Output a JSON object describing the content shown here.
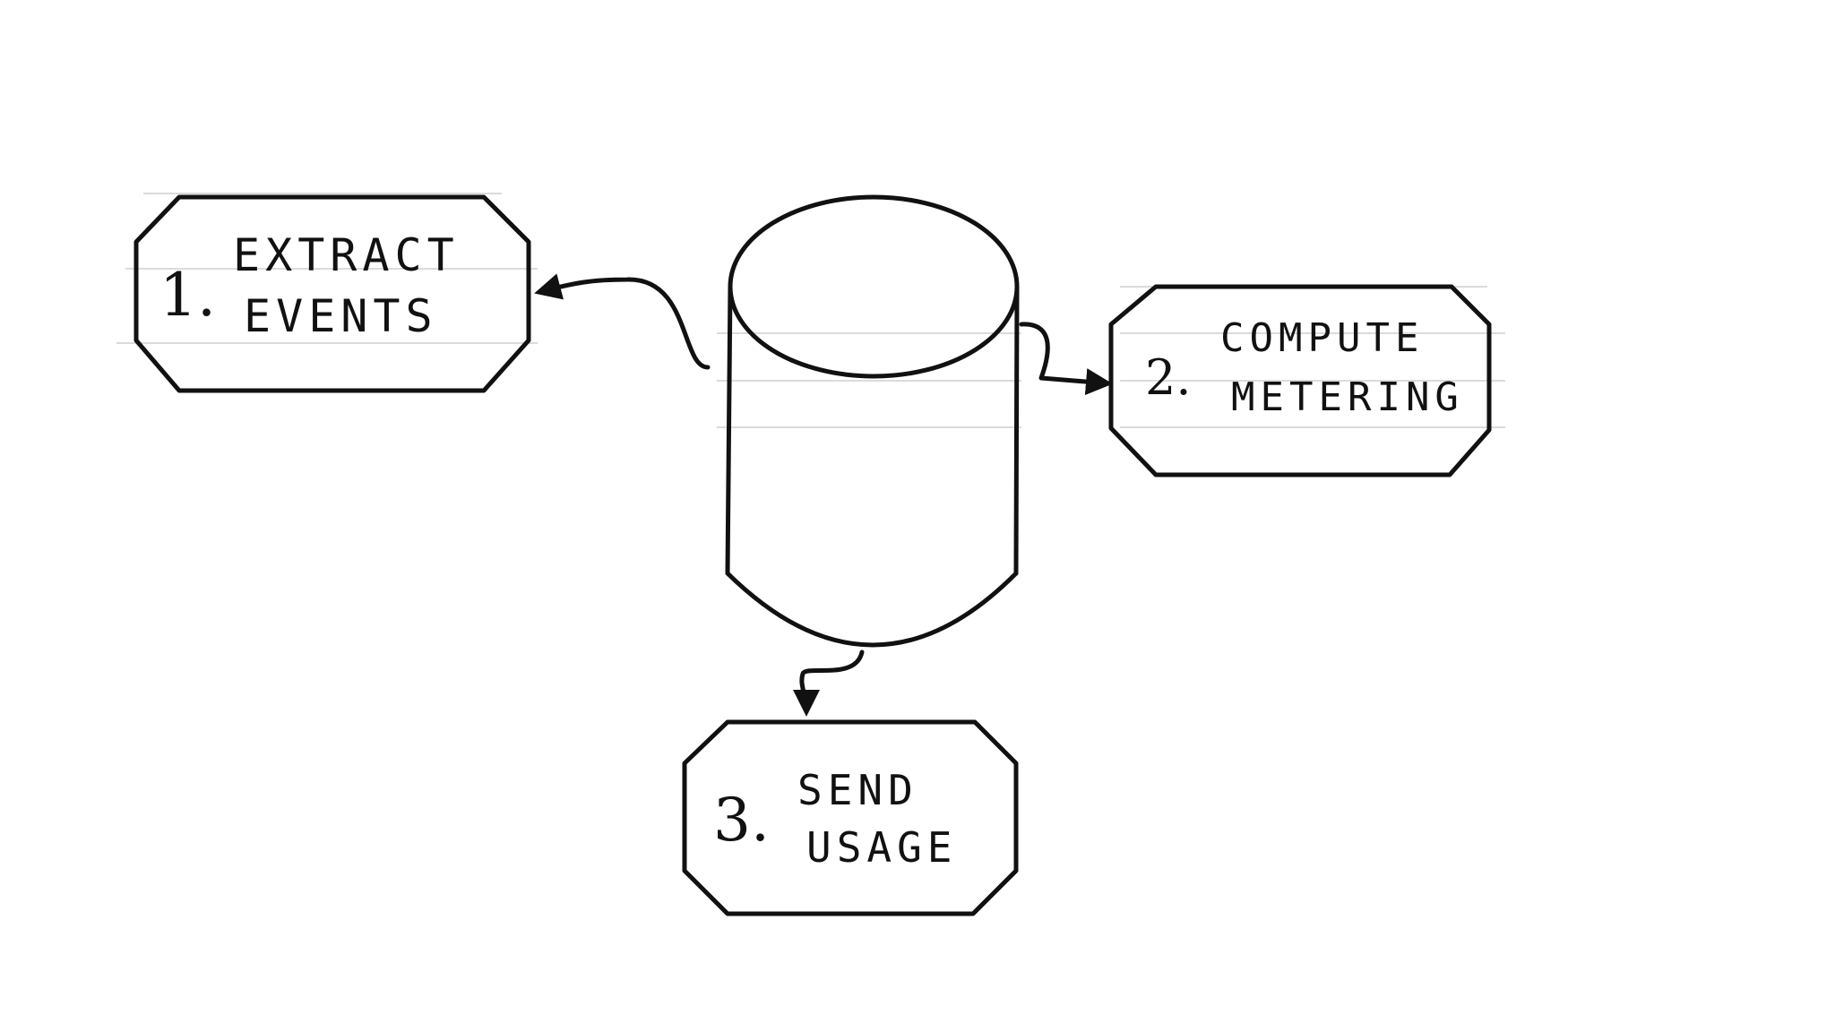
{
  "diagram": {
    "store": {
      "shape": "cylinder"
    },
    "steps": [
      {
        "id": "extract",
        "number": "1.",
        "line1": "EXTRACT",
        "line2": "EVENTS"
      },
      {
        "id": "compute",
        "number": "2.",
        "line1": "COMPUTE",
        "line2": "METERING"
      },
      {
        "id": "send",
        "number": "3.",
        "line1": "SEND",
        "line2": "USAGE"
      }
    ],
    "connections": [
      {
        "from": "store",
        "to": "extract"
      },
      {
        "from": "store",
        "to": "compute"
      },
      {
        "from": "store",
        "to": "send"
      }
    ]
  }
}
